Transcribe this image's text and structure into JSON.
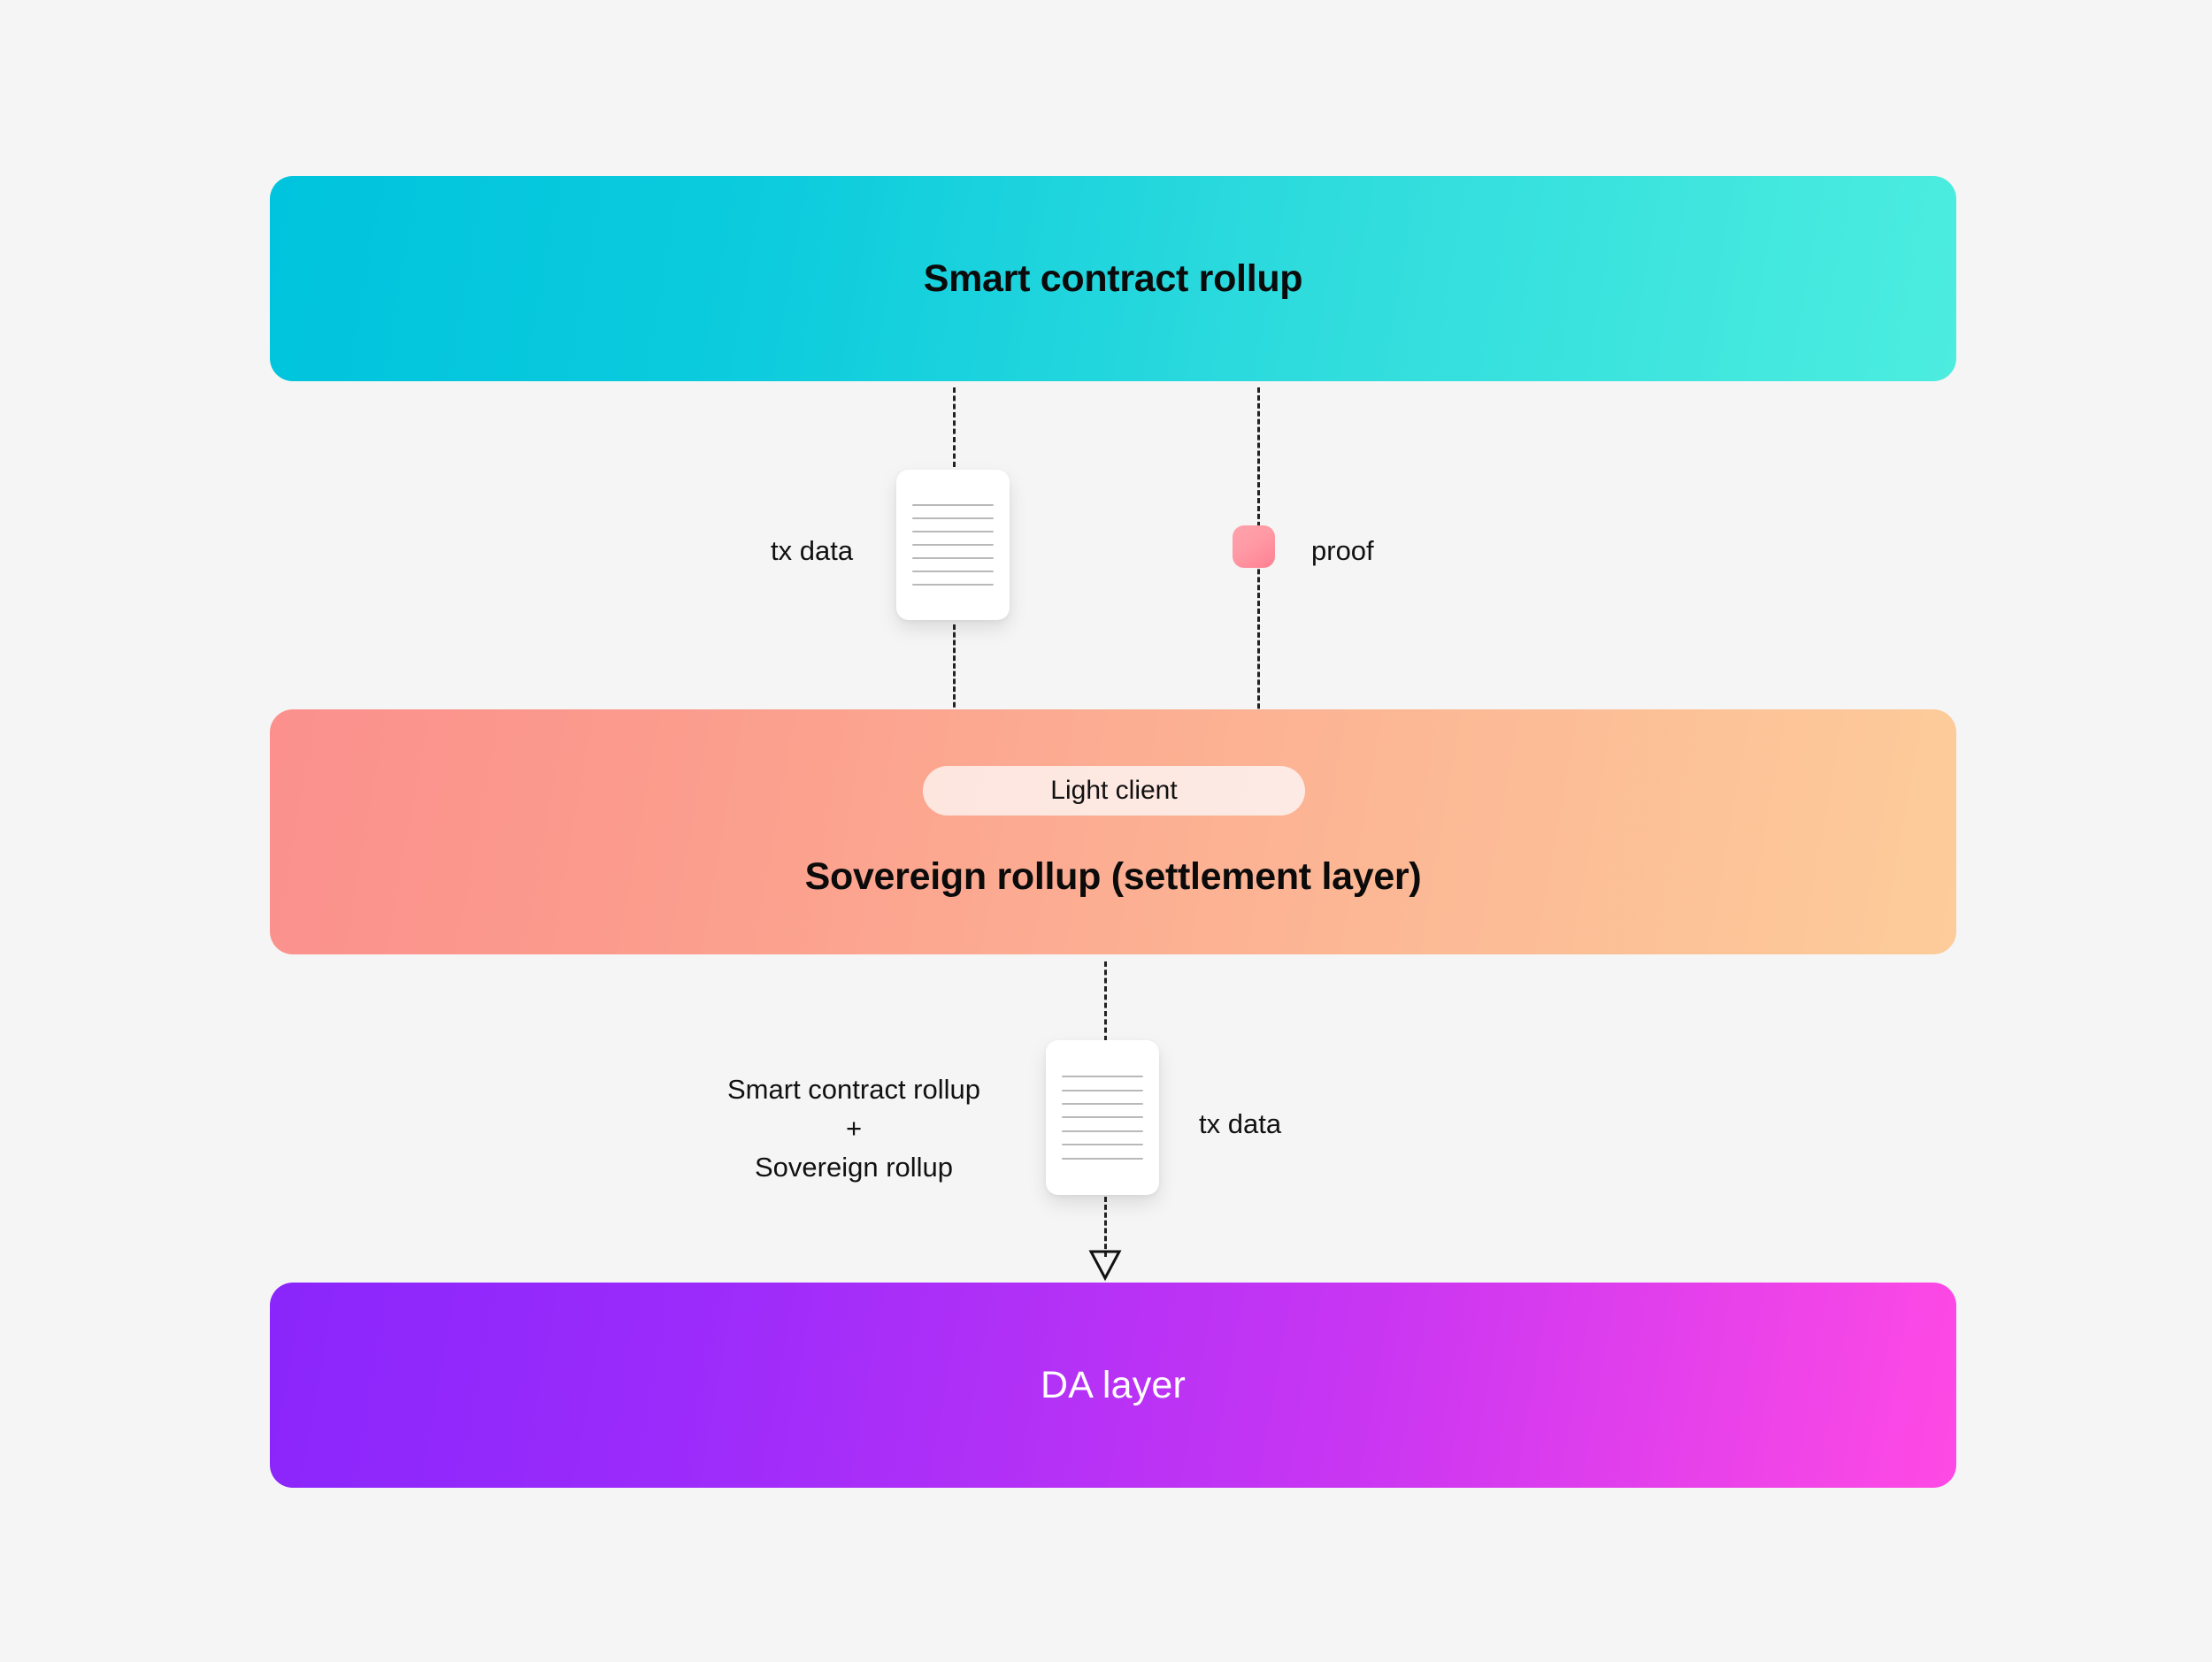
{
  "diagram": {
    "background_color": "#f5f5f5",
    "layers": [
      {
        "id": "smart-contract-rollup",
        "title": "Smart contract rollup",
        "gradient_from": "#00c3dd",
        "gradient_to": "#4ceddf",
        "text_color": "#0b0b0b"
      },
      {
        "id": "sovereign-rollup",
        "title": "Sovereign rollup (settlement layer)",
        "gradient_from": "#fb908d",
        "gradient_to": "#fdcc9a",
        "text_color": "#0b0b0b"
      },
      {
        "id": "da-layer",
        "title": "DA layer",
        "gradient_from": "#8a26fb",
        "gradient_to": "#ff4ae4",
        "text_color": "#ffffff"
      }
    ],
    "light_client": {
      "label": "Light client",
      "background_color": "#fde8e2"
    },
    "connectors": [
      {
        "id": "tx-data-top",
        "label": "tx data",
        "icon": "document-icon",
        "from": "smart-contract-rollup",
        "to": "sovereign-rollup"
      },
      {
        "id": "proof",
        "label": "proof",
        "icon": "proof-block-icon",
        "icon_color": "#ff8f9d",
        "from": "smart-contract-rollup",
        "to": "sovereign-rollup"
      },
      {
        "id": "settlement-to-da",
        "label": "tx data",
        "icon": "document-icon",
        "stack_line_1": "Smart contract rollup",
        "stack_line_2": "+",
        "stack_line_3": "Sovereign rollup",
        "from": "sovereign-rollup",
        "to": "da-layer"
      }
    ]
  }
}
